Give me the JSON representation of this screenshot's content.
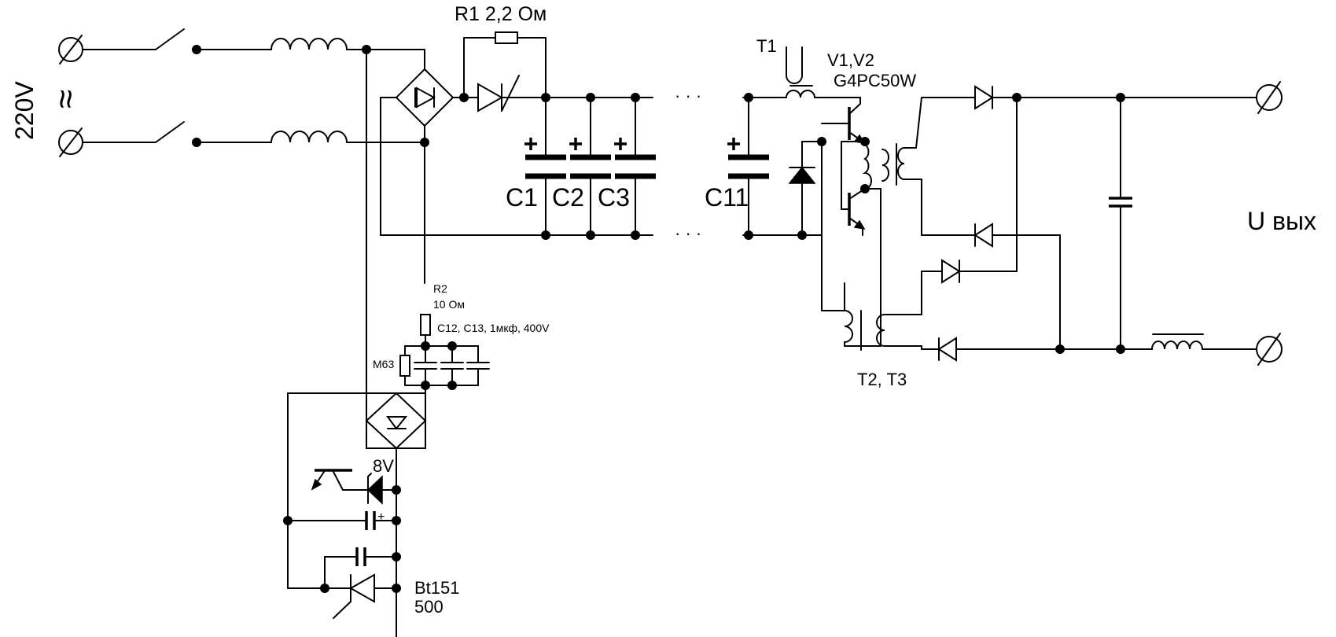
{
  "mains": {
    "voltage": "220V",
    "symbol": "≈"
  },
  "labels": {
    "r1": "R1 2,2 Ом",
    "t1": "T1",
    "v1v2_line1": "V1,V2",
    "v1v2_line2": "G4PC50W",
    "c1": "C1",
    "c2": "C2",
    "c3": "C3",
    "c11": "C11",
    "r2_line1": "R2",
    "r2_line2": "10 Ом",
    "c12c13": "C12, C13, 1мкф, 400V",
    "m63": "M63",
    "zener": "8V",
    "thyristor_line1": "Bt151",
    "thyristor_line2": "500",
    "t2t3": "T2, T3",
    "output": "U вых"
  },
  "plus_sign": "+"
}
